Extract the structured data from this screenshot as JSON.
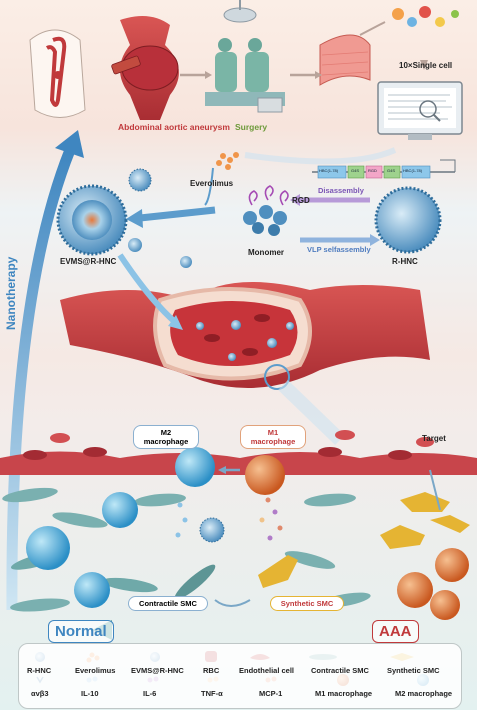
{
  "top": {
    "aaa_label": "Abdominal aortic aneurysm",
    "surgery_label": "Surgery",
    "single_cell_label": "10×Single cell"
  },
  "middle": {
    "everolimus_label": "Everolimus",
    "rgd_label": "RGD",
    "disassembly_label": "Disassembly",
    "vlp_label": "VLP selfassembly",
    "monomer_label": "Monomer",
    "evms_label": "EVMS@R-HNC",
    "rhnc_label": "R-HNC",
    "gene_segments": [
      "HBC(1-78)",
      "G4S",
      "RGD",
      "G4S",
      "HBC(1-78)"
    ]
  },
  "side": {
    "nanotherapy_label": "Nanotherapy"
  },
  "bottom": {
    "m2_label": "M2\nmacrophage",
    "m1_label": "M1\nmacrophage",
    "target_label": "Target",
    "contractile_label": "Contractile SMC",
    "synthetic_label": "Synthetic SMC",
    "normal_label": "Normal",
    "aaa_state_label": "AAA"
  },
  "legend": {
    "row1": [
      "R-HNC",
      "Everolimus",
      "EVMS@R-HNC",
      "RBC",
      "Endothelial cell",
      "Contractile SMC",
      "Synthetic SMC"
    ],
    "row2": [
      "αvβ3",
      "IL-10",
      "IL-6",
      "TNF-α",
      "MCP-1",
      "M1 macrophage",
      "M2 macrophage"
    ]
  },
  "colors": {
    "aorta_red": "#c0393b",
    "label_green": "#6d9a3a",
    "nano_blue": "#3f86c0",
    "m2_blue": "#3aa8d8",
    "m1_orange": "#e07a35",
    "synthetic_yellow": "#e5b433",
    "contractile_teal": "#6fa9a9"
  }
}
